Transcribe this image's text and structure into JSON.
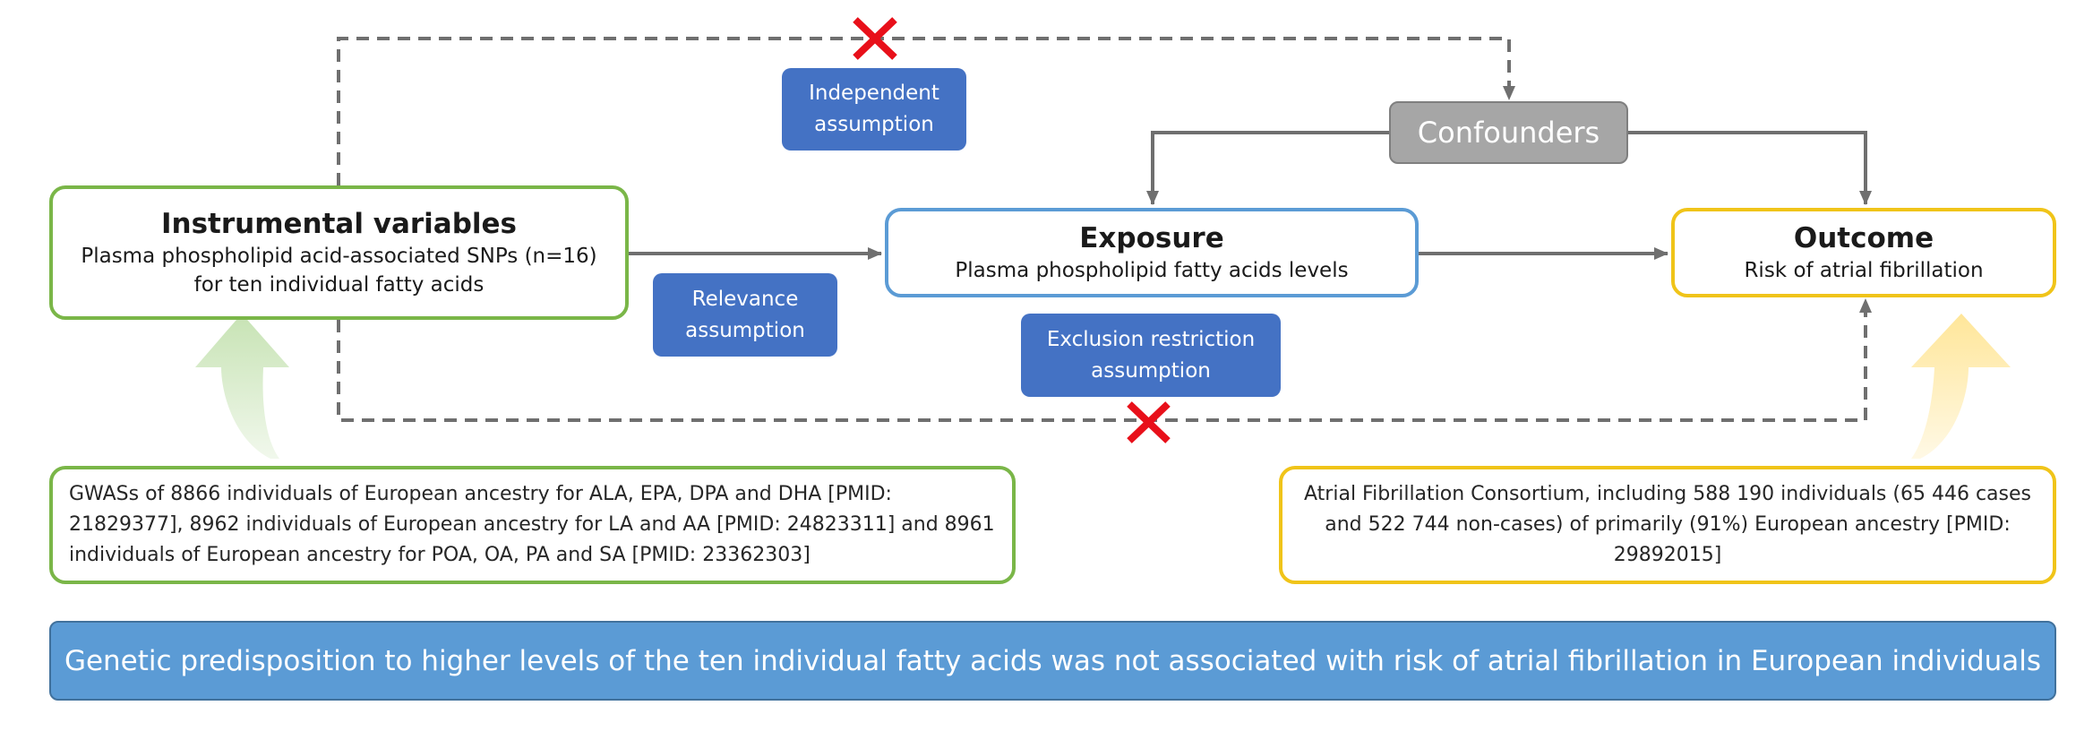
{
  "instrumental": {
    "title": "Instrumental variables",
    "line1": "Plasma phospholipid acid-associated SNPs (n=16)",
    "line2": "for ten individual fatty acids"
  },
  "exposure": {
    "title": "Exposure",
    "subtitle": "Plasma phospholipid fatty acids levels"
  },
  "outcome": {
    "title": "Outcome",
    "subtitle": "Risk of atrial fibrillation"
  },
  "confounders": {
    "label": "Confounders"
  },
  "assumptions": {
    "independent": [
      "Independent",
      "assumption"
    ],
    "relevance": [
      "Relevance",
      "assumption"
    ],
    "exclusion": [
      "Exclusion restriction",
      "assumption"
    ]
  },
  "sources": {
    "left": "GWASs of 8866 individuals of European ancestry for ALA, EPA, DPA and DHA [PMID: 21829377], 8962 individuals of European ancestry for LA and AA [PMID: 24823311] and 8961 individuals of European ancestry for POA, OA, PA and SA [PMID: 23362303]",
    "right": "Atrial Fibrillation Consortium, including 588 190 individuals (65 446 cases and 522 744 non-cases) of primarily (91%) European ancestry [PMID: 29892015]"
  },
  "conclusion": "Genetic predisposition to higher levels of the ten individual fatty acids was not associated with risk of atrial fibrillation in European individuals",
  "colors": {
    "green": "#7ab648",
    "blue": "#5b9bd5",
    "yellow": "#f0c419",
    "assumption_blue": "#4472c4",
    "gray_box": "#a6a6a6",
    "arrow_gray": "#6f6f6f",
    "cross_red": "#e8101a"
  }
}
